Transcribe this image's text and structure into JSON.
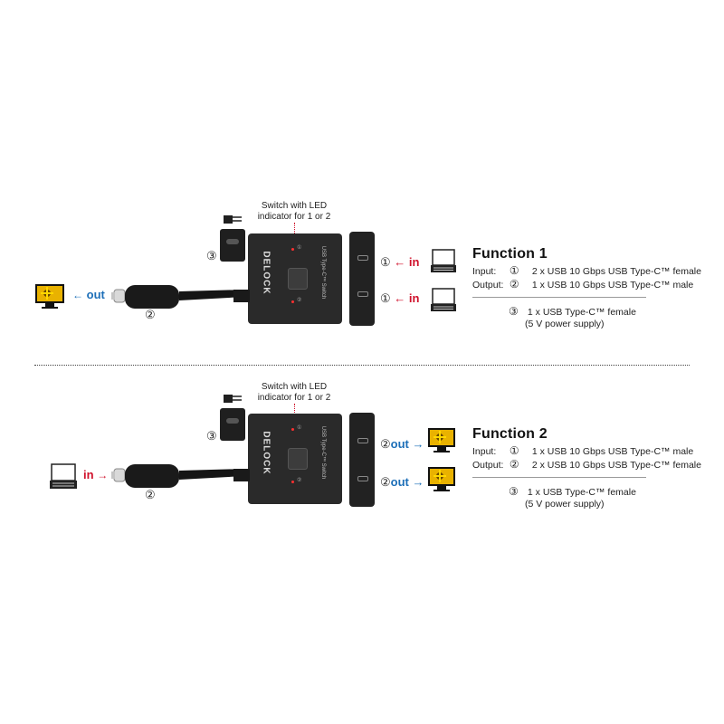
{
  "brand": "DELOCK",
  "device_label": "USB Type-C™ Switch",
  "switch_note_line1": "Switch with LED",
  "switch_note_line2": "indicator for 1 or 2",
  "led_1": "①",
  "led_2": "②",
  "port_marker_3": "③",
  "port_marker_2": "②",
  "panel1": {
    "out_label": "out",
    "in_label_a": "① ← in",
    "in_label_b": "① ← in",
    "function_title": "Function  1",
    "rows": [
      {
        "key": "Input:",
        "num": "①",
        "text": "2 x USB 10 Gbps USB Type-C™ female"
      },
      {
        "key": "Output:",
        "num": "②",
        "text": "1 x USB 10 Gbps USB Type-C™ male"
      }
    ],
    "power_num": "③",
    "power_line1": "1 x USB Type-C™ female",
    "power_line2": "(5 V power supply)"
  },
  "panel2": {
    "in_label": "in",
    "out_label_a": "② out →",
    "out_label_b": "② out →",
    "function_title": "Function  2",
    "rows": [
      {
        "key": "Input:",
        "num": "①",
        "text": "1 x USB 10 Gbps USB Type-C™ male"
      },
      {
        "key": "Output:",
        "num": "②",
        "text": "2 x USB 10 Gbps USB Type-C™ female"
      }
    ],
    "power_num": "③",
    "power_line1": "1 x USB Type-C™ female",
    "power_line2": "(5 V power supply)"
  },
  "colors": {
    "in": "#d0112b",
    "out": "#1d6fb8",
    "device": "#2a2a2a"
  }
}
